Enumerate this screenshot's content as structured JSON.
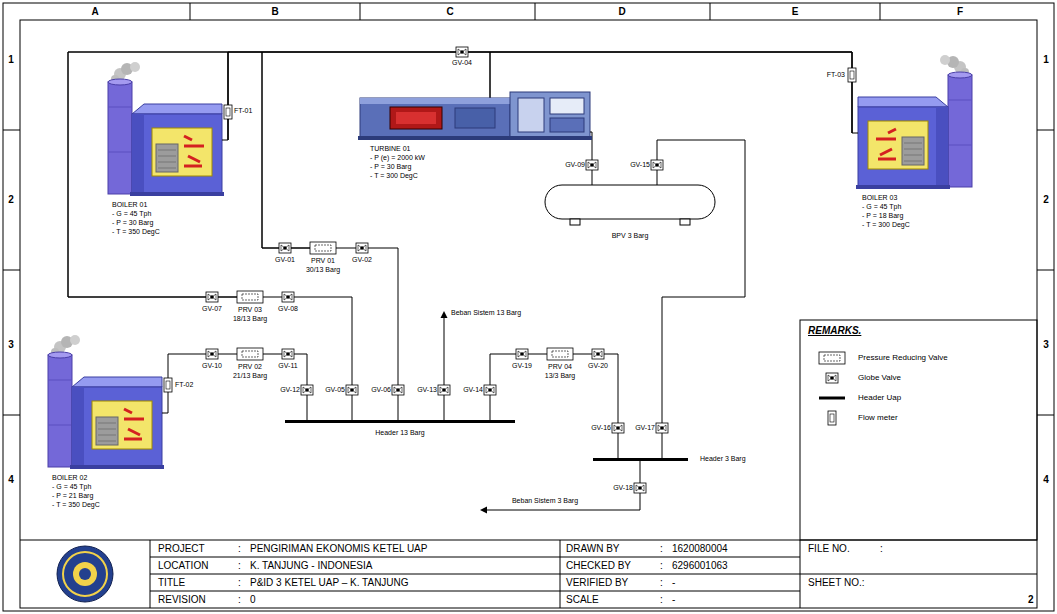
{
  "diagram": {
    "nodes": [
      {
        "text": [
          "BOILER 01",
          "- G = 45 Tph",
          "- P = 30 Barg",
          "- T = 350 DegC"
        ]
      },
      {
        "text": [
          "TURBINE 01",
          "- P (e) = 2000 kW",
          "- P = 30 Barg",
          "- T = 300 DegC"
        ]
      },
      {
        "text": [
          "BOILER 03",
          "- G = 45 Tph",
          "- P = 18 Barg",
          "- T = 300 DegC"
        ]
      },
      {
        "text": [
          "BPV 3 Barg"
        ]
      },
      {
        "text": [
          "PRV 01",
          "30/13 Barg"
        ]
      },
      {
        "text": [
          "PRV 03",
          "18/13 Barg"
        ]
      },
      {
        "text": [
          "PRV 02",
          "21/13 Barg"
        ]
      },
      {
        "text": [
          "PRV 04",
          "13/3 Barg"
        ]
      },
      {
        "text": [
          "BOILER 02",
          "- G = 45 Tph",
          "- P = 21 Barg",
          "- T = 350 DegC"
        ]
      },
      {
        "text": [
          "Header 13 Barg"
        ]
      },
      {
        "text": [
          "Header 3 Barg"
        ]
      }
    ],
    "edges": [
      {
        "from": 0,
        "to": 1,
        "arrow": "none"
      },
      {
        "from": 0,
        "to": 4,
        "arrow": "none"
      },
      {
        "from": 2,
        "to": 1,
        "arrow": "none"
      },
      {
        "from": 2,
        "to": 4,
        "arrow": "none"
      },
      {
        "from": 0,
        "to": 5,
        "arrow": "none"
      },
      {
        "from": 2,
        "to": 5,
        "arrow": "none"
      },
      {
        "from": 8,
        "to": 6,
        "arrow": "none"
      },
      {
        "from": 4,
        "to": 9,
        "arrow": "none"
      },
      {
        "from": 6,
        "to": 9,
        "arrow": "none"
      },
      {
        "from": 5,
        "to": 9,
        "arrow": "none"
      },
      {
        "from": 9,
        "to": 7,
        "arrow": "none"
      },
      {
        "from": 7,
        "to": 10,
        "arrow": "none"
      },
      {
        "from": 1,
        "to": 3,
        "arrow": "none"
      },
      {
        "from": 3,
        "to": 10,
        "arrow": "none"
      }
    ],
    "labels": [
      "A",
      "B",
      "C",
      "D",
      "E",
      "F",
      "1",
      "2",
      "3",
      "4",
      "1",
      "2",
      "3",
      "4",
      "FT-01",
      "FT-03",
      "FT-02",
      "GV-04",
      "GV-01",
      "GV-02",
      "GV-07",
      "GV-08",
      "GV-10",
      "GV-11",
      "GV-19",
      "GV-20",
      "GV-09",
      "GV-15",
      "GV-12",
      "GV-05",
      "GV-06",
      "GV-13",
      "GV-14",
      "GV-16",
      "GV-17",
      "GV-18",
      "Beban Sistem 13 Barg",
      "Beban Sistem 3 Barg",
      "REMARKS.",
      "PROJECT",
      ":",
      "PENGIRIMAN EKONOMIS KETEL UAP",
      "LOCATION",
      ":",
      "K. TANJUNG - INDONESIA",
      "TITLE",
      ":",
      "P&ID 3 KETEL UAP – K. TANJUNG",
      "REVISION",
      ":",
      "0",
      "DRAWN BY",
      ":",
      "1620080004",
      "CHECKED BY",
      ":",
      "6296001063",
      "VERIFIED BY",
      ":",
      "-",
      "SCALE",
      ":",
      "-",
      "FILE NO.",
      ":",
      "SHEET NO.:",
      "2"
    ],
    "legend": [
      {
        "text": "Pressure Reducing Valve"
      },
      {
        "text": "Globe Valve"
      },
      {
        "text": "Header Uap"
      },
      {
        "text": "Flow meter"
      }
    ]
  }
}
